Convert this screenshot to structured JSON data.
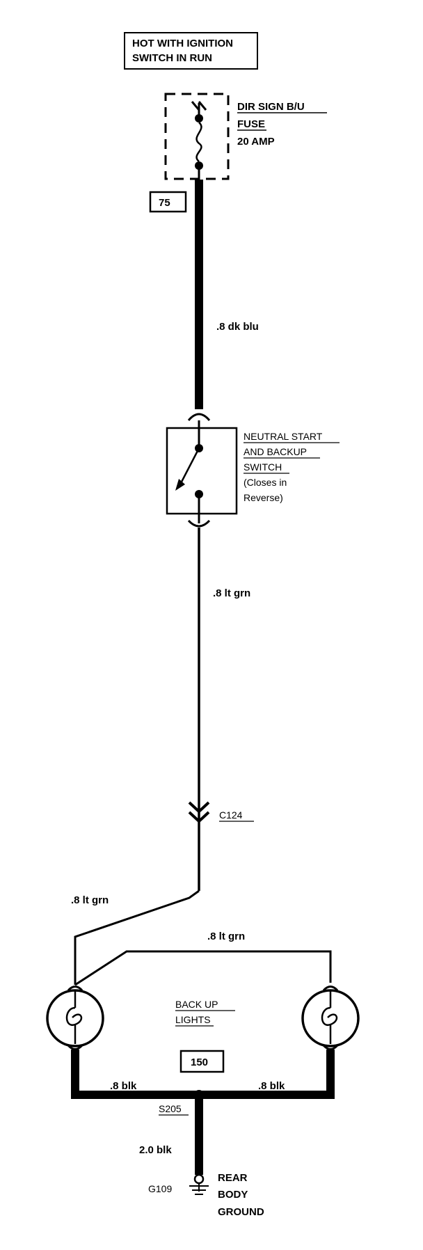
{
  "header": {
    "line1": "HOT WITH IGNITION",
    "line2": "SWITCH IN RUN"
  },
  "fuse": {
    "name_line1": "DIR SIGN B/U",
    "name_line2": "FUSE",
    "rating": "20 AMP"
  },
  "circuit_upper": "75",
  "wire_upper": ".8 dk blu",
  "switch": {
    "name_line1": "NEUTRAL START",
    "name_line2": "AND BACKUP",
    "name_line3": "SWITCH",
    "note_line1": "(Closes in",
    "note_line2": "Reverse)"
  },
  "wire_middle": ".8 lt grn",
  "connector": "C124",
  "wire_left_lower": ".8 lt grn",
  "wire_cross": ".8 lt grn",
  "lights": {
    "label_line1": "BACK UP",
    "label_line2": "LIGHTS"
  },
  "circuit_lower": "150",
  "ground_wire_left": ".8 blk",
  "ground_wire_right": ".8 blk",
  "splice": "S205",
  "ground_main_wire": "2.0 blk",
  "ground": {
    "id": "G109",
    "label_line1": "REAR",
    "label_line2": "BODY",
    "label_line3": "GROUND"
  },
  "colors": {
    "ink": "#000000",
    "background": "#ffffff"
  }
}
